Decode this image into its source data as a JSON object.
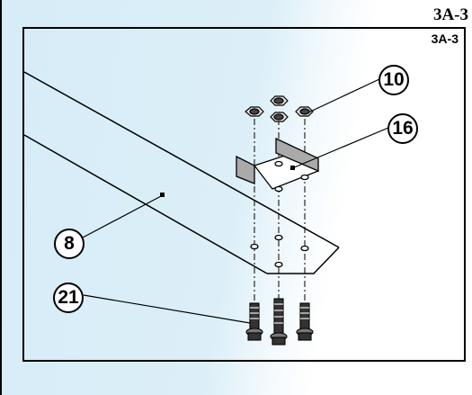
{
  "page_label": "3A-3",
  "figure_label": "3A-3",
  "callouts": [
    {
      "number": "10"
    },
    {
      "number": "16"
    },
    {
      "number": "8"
    },
    {
      "number": "21"
    }
  ]
}
